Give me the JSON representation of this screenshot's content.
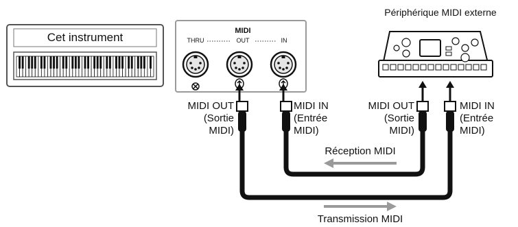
{
  "instrument": {
    "label": "Cet instrument"
  },
  "midi_panel": {
    "title": "MIDI",
    "ports": {
      "thru": "THRU",
      "out": "OUT",
      "in": "IN"
    }
  },
  "external_device": {
    "label": "Périphérique MIDI externe"
  },
  "connectors": {
    "instrument_out": "MIDI OUT\n(Sortie\nMIDI)",
    "instrument_in": "MIDI IN\n(Entrée\nMIDI)",
    "external_out": "MIDI OUT\n(Sortie\nMIDI)",
    "external_in": "MIDI IN\n(Entrée\nMIDI)"
  },
  "flows": {
    "reception": "Réception MIDI",
    "transmission": "Transmission MIDI"
  },
  "colors": {
    "cable": "#111111",
    "panel_border": "#9a9a9a",
    "arrow": "#9a9a9a"
  }
}
